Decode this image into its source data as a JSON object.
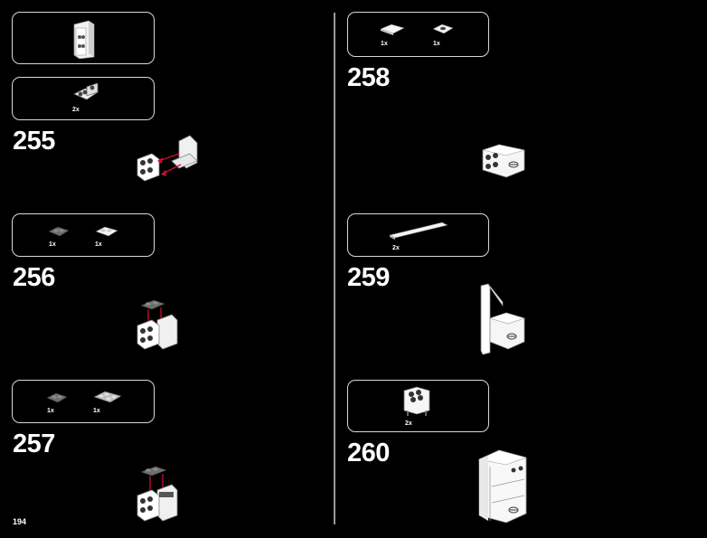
{
  "page_number": "194",
  "steps": [
    {
      "number": "255",
      "parts": [
        {
          "qty": "2x"
        }
      ]
    },
    {
      "number": "256",
      "parts": [
        {
          "qty": "1x"
        },
        {
          "qty": "1x"
        }
      ]
    },
    {
      "number": "257",
      "parts": [
        {
          "qty": "1x"
        },
        {
          "qty": "1x"
        }
      ]
    },
    {
      "number": "258",
      "parts": [
        {
          "qty": "1x"
        },
        {
          "qty": "1x"
        }
      ]
    },
    {
      "number": "259",
      "parts": [
        {
          "qty": "2x"
        }
      ]
    },
    {
      "number": "260",
      "parts": [
        {
          "qty": "2x"
        }
      ]
    }
  ]
}
